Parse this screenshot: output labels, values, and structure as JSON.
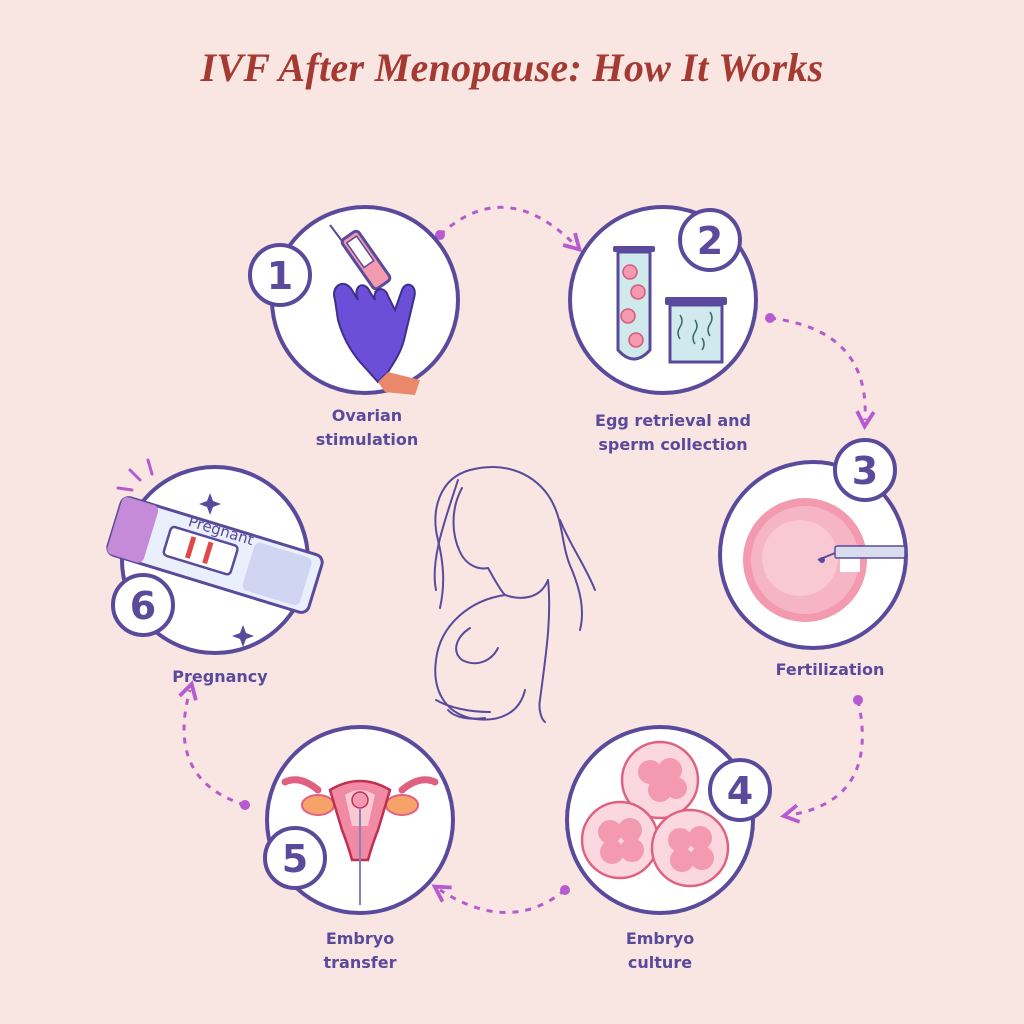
{
  "title": "IVF After Menopause: How It Works",
  "steps": [
    {
      "number": "1",
      "lines": [
        "Ovarian",
        "stimulation"
      ]
    },
    {
      "number": "2",
      "lines": [
        "Egg retrieval and",
        "sperm collection"
      ]
    },
    {
      "number": "3",
      "lines": [
        "Fertilization"
      ]
    },
    {
      "number": "4",
      "lines": [
        "Embryo",
        "culture"
      ]
    },
    {
      "number": "5",
      "lines": [
        "Embryo",
        "transfer"
      ]
    },
    {
      "number": "6",
      "lines": [
        "Pregnancy"
      ]
    }
  ],
  "test_strip_text": "Pregnant",
  "colors": {
    "background": "#f9e5e1",
    "title": "#a43a32",
    "outline": "#5a4a9c",
    "arrows": "#b65ad0",
    "pink": "#f08aa5",
    "glove": "#6b4fd8"
  }
}
